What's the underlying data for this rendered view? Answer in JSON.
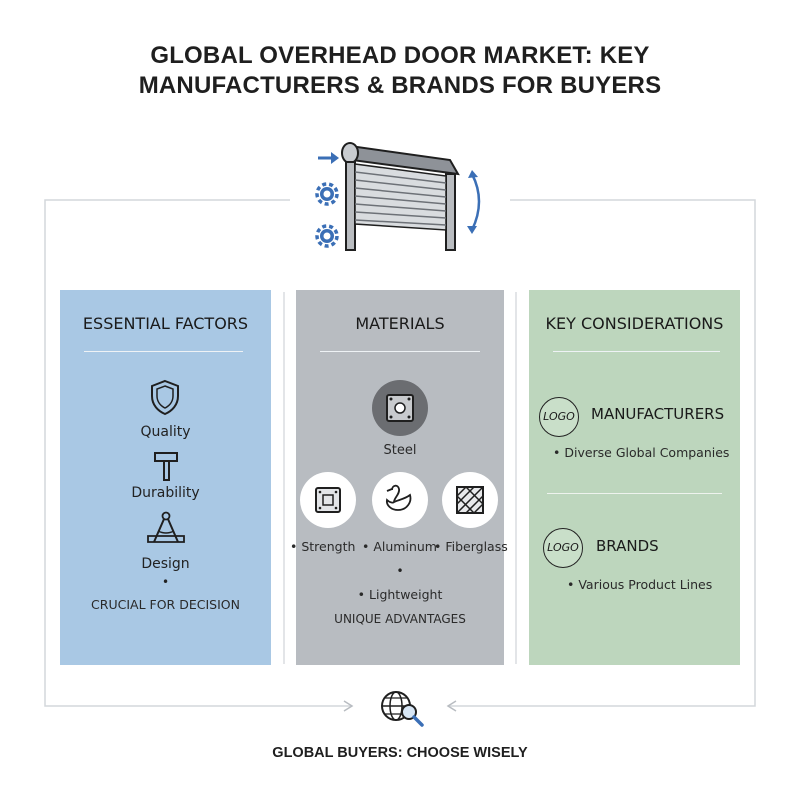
{
  "title": {
    "line1": "GLOBAL OVERHEAD DOOR MARKET: KEY",
    "line2": "MANUFACTURERS & BRANDS FOR BUYERS"
  },
  "hero": {
    "icons": [
      "rolling-door-icon",
      "gear-icon",
      "gear-icon",
      "arrow-right-icon",
      "up-down-arrow-icon"
    ]
  },
  "panels": {
    "essential": {
      "heading": "ESSENTIAL FACTORS",
      "items": [
        {
          "label": "Quality",
          "icon": "shield-icon"
        },
        {
          "label": "Durability",
          "icon": "hammer-icon"
        },
        {
          "label": "Design",
          "icon": "drafting-compass-icon"
        }
      ],
      "bullet": "•",
      "note": "CRUCIAL FOR DECISION"
    },
    "materials": {
      "heading": "MATERIALS",
      "top_item": {
        "label": "Steel",
        "icon": "steel-plate-icon"
      },
      "row_icons": [
        "steel-plate-icon",
        "swan-icon",
        "fiberglass-weave-icon"
      ],
      "row_labels": [
        "• Strength",
        "• Aluminum",
        "• Fiberglass"
      ],
      "bullet": "•",
      "extra": "• Lightweight",
      "note": "UNIQUE ADVANTAGES"
    },
    "considerations": {
      "heading": "KEY CONSIDERATIONS",
      "blocks": [
        {
          "logo": "LOGO",
          "title": "MANUFACTURERS",
          "detail": "• Diverse Global Companies"
        },
        {
          "logo": "LOGO",
          "title": "BRANDS",
          "detail": "• Various Product Lines"
        }
      ]
    }
  },
  "footer": {
    "icon": "globe-search-icon",
    "text": "GLOBAL BUYERS: CHOOSE WISELY"
  },
  "colors": {
    "essential_bg": "#a9c8e4",
    "materials_bg": "#b8bcc1",
    "considerations_bg": "#bdd6bd",
    "accent_blue": "#3b6fb6"
  }
}
